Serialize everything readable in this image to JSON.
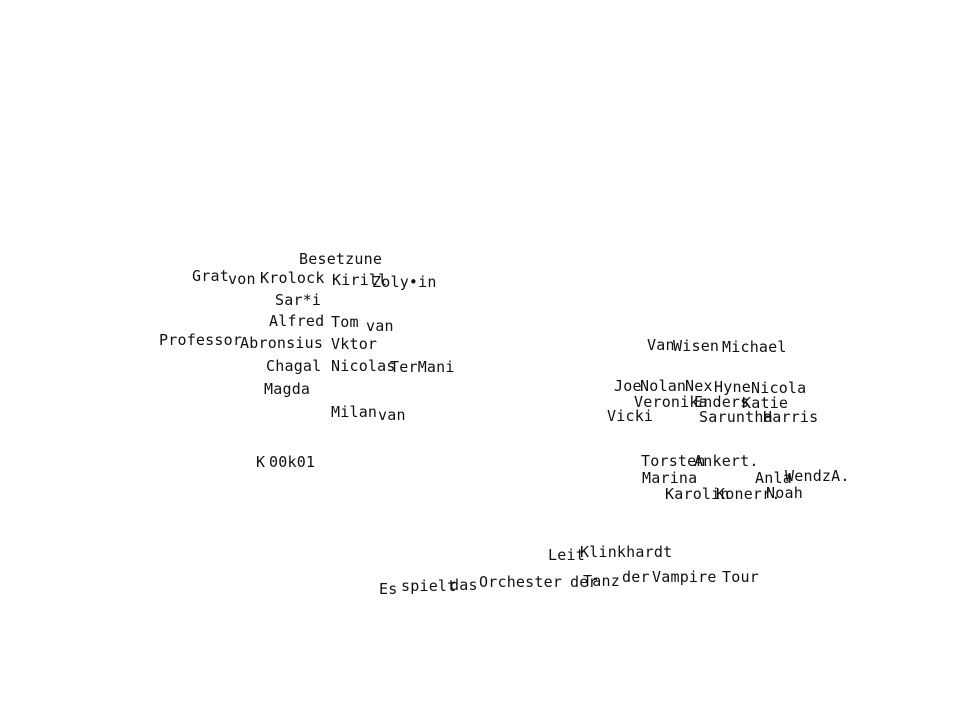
{
  "cast_block": {
    "heading": "Besetzune",
    "row_krolock": [
      "Grat",
      "von",
      "Krolock",
      "Kirill",
      "Zoly•in"
    ],
    "sarah": "Sar*i",
    "row_alfred": [
      "Alfred",
      "Tom",
      "van"
    ],
    "row_professor": [
      "Professor",
      "Abronsius",
      "Vktor"
    ],
    "row_chagal": [
      "Chagal",
      "Nicolas",
      "TerMani"
    ],
    "magda": "Magda",
    "row_milan": [
      "Milan",
      "van"
    ],
    "koukol": [
      "K",
      "00k01"
    ]
  },
  "ensemble_block": {
    "row_vanwisen": [
      "Van",
      "Wisen",
      "Michael"
    ],
    "row_joe": [
      "Joe",
      "Nolan",
      "Nex",
      "Hyne",
      "Nicola"
    ],
    "row_veronika": [
      "Veronika",
      "Enders",
      "Katie"
    ],
    "row_vicki": [
      "Vicki",
      "Saruntha",
      "Harris"
    ],
    "row_torsten": [
      "Torsten",
      "Ankert."
    ],
    "row_marina": [
      "Marina",
      "Anla",
      "WendzA."
    ],
    "row_karolin": [
      "Karolin",
      "Konerr.",
      "Noah"
    ]
  },
  "credits": {
    "row_leit": [
      "Leit",
      "Klinkhardt"
    ],
    "row_orchestra": [
      "Es",
      "spielt",
      "das",
      "Orchester",
      "der",
      "Tanz",
      "der",
      "Vampire",
      "Tour"
    ]
  }
}
